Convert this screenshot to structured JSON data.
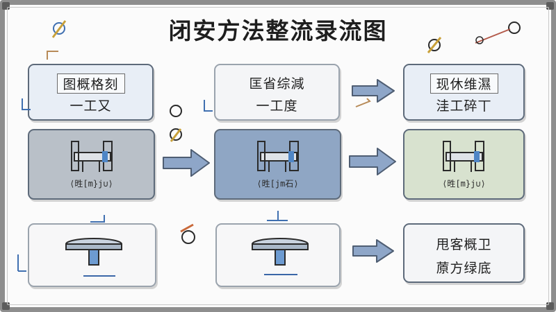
{
  "title": "闭安方法整流录流图",
  "colors": {
    "card_blue_light": "#e8eef6",
    "card_white": "#f4f5f7",
    "card_gray": "#b9c0c8",
    "card_blue": "#8fa6c4",
    "card_green": "#d8e2cf",
    "arrow_fill": "#8ea6c8",
    "arrow_stroke": "#4e5d72"
  },
  "row1": [
    {
      "heading": "图概格刻",
      "sub": "一工又"
    },
    {
      "heading": "匡省综減",
      "sub": "一工度"
    },
    {
      "heading": "现休维濕",
      "sub": "洼工碎丅"
    }
  ],
  "row2": [
    {
      "caption": "⟨甠[m}j∪⟩",
      "icon": "workbench-figure-icon"
    },
    {
      "caption": "⟨甠[jm石⟩",
      "icon": "workbench-figure-icon"
    },
    {
      "caption": "⟨甠[m}j∪⟩",
      "icon": "workbench-figure-icon"
    }
  ],
  "row3_right": {
    "line1": "甩客概卫",
    "line2": "蒝方绿底"
  },
  "icons": [
    "disc-stand-icon",
    "arrow-right-icon",
    "gear-doodle-icon",
    "pencil-doodle-icon"
  ]
}
